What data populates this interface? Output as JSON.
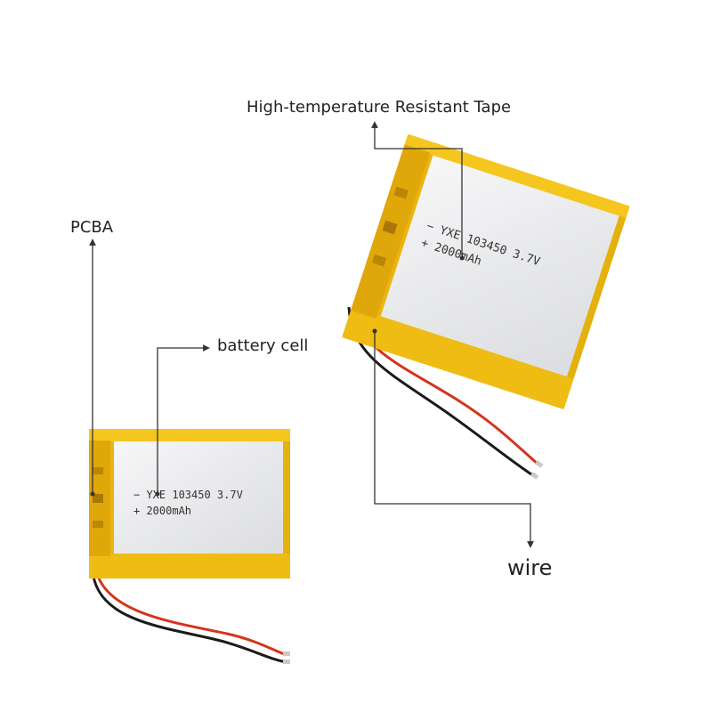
{
  "callouts": {
    "tape": "High-temperature Resistant Tape",
    "pcba": "PCBA",
    "cell": "battery cell",
    "wire": "wire"
  },
  "battery_small": {
    "line1": "−  YXE  103450  3.7V",
    "line2": "+  2000mAh"
  },
  "battery_large": {
    "line1": "−  YXE  103450  3.7V",
    "line2": "+  2000mAh"
  },
  "colors": {
    "tape_yellow": "#f3c21a",
    "tape_dark": "#d9a407",
    "cell_silver": "#eeeff1",
    "wire_red": "#d4351c",
    "wire_black": "#1b1b1b",
    "pointer": "#333333"
  }
}
